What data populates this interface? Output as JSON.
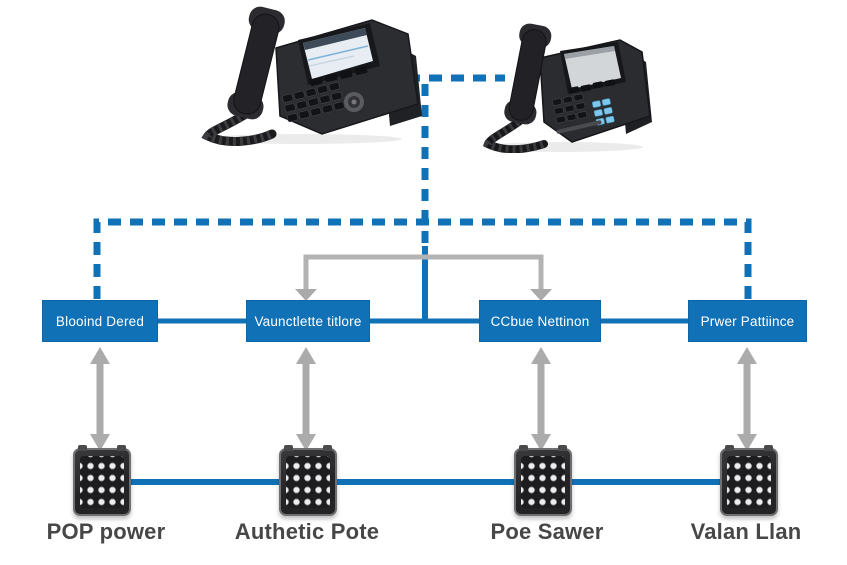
{
  "diagram": {
    "nodes": [
      {
        "label": "Blooind Dered"
      },
      {
        "label": "Vaunctlette titlore"
      },
      {
        "label": "CCbue Nettinon"
      },
      {
        "label": "Prwer Pattiince"
      }
    ],
    "devices": [
      {
        "label": "POP power"
      },
      {
        "label": "Authetic Pote"
      },
      {
        "label": "Poe Sawer"
      },
      {
        "label": "Valan Llan"
      }
    ],
    "colors": {
      "accent_blue": "#1171b7",
      "connector_gray": "#b3b3b3",
      "arrow_gray": "#aaaaaa",
      "node_text": "#ffffff",
      "caption_text": "#474747"
    },
    "icons": [
      "desk-phone-icon",
      "desk-phone-icon",
      "keypad-device-icon",
      "keypad-device-icon",
      "keypad-device-icon",
      "keypad-device-icon"
    ]
  }
}
